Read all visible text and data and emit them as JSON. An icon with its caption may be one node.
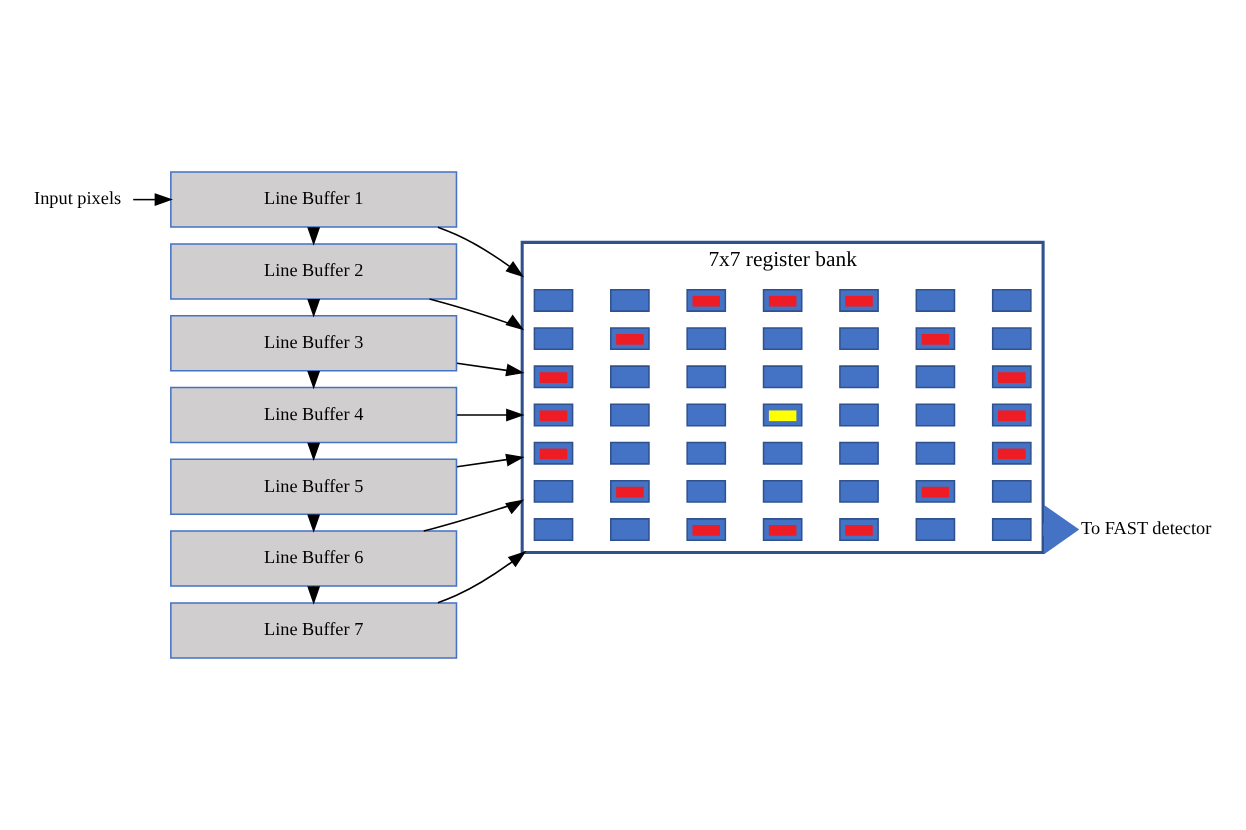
{
  "diagram": {
    "nodes": [
      {
        "text": [
          "Input pixels"
        ]
      },
      {
        "text": [
          "Line Buffer 1"
        ]
      },
      {
        "text": [
          "Line Buffer 2"
        ]
      },
      {
        "text": [
          "Line Buffer 3"
        ]
      },
      {
        "text": [
          "Line Buffer 4"
        ]
      },
      {
        "text": [
          "Line Buffer 5"
        ]
      },
      {
        "text": [
          "Line Buffer 6"
        ]
      },
      {
        "text": [
          "Line Buffer 7"
        ]
      },
      {
        "text": [
          "7x7 register bank"
        ]
      },
      {
        "text": [],
        "shape": "box",
        "in": 8
      },
      {
        "text": [],
        "shape": "box",
        "in": 8
      },
      {
        "text": [],
        "shape": "box",
        "in": 8
      },
      {
        "text": [],
        "shape": "box",
        "in": 8
      },
      {
        "text": [],
        "shape": "box",
        "in": 8
      },
      {
        "text": [],
        "shape": "box",
        "in": 8
      },
      {
        "text": [],
        "shape": "box",
        "in": 8
      },
      {
        "text": [],
        "shape": "box",
        "in": 8
      },
      {
        "text": [],
        "shape": "box",
        "in": 8
      },
      {
        "text": [],
        "shape": "box",
        "in": 8
      },
      {
        "text": [],
        "shape": "box",
        "in": 8
      },
      {
        "text": [],
        "shape": "box",
        "in": 8
      },
      {
        "text": [],
        "shape": "box",
        "in": 8
      },
      {
        "text": [],
        "shape": "box",
        "in": 8
      },
      {
        "text": [],
        "shape": "box",
        "in": 8
      },
      {
        "text": [],
        "shape": "box",
        "in": 8
      },
      {
        "text": [],
        "shape": "box",
        "in": 8
      },
      {
        "text": [],
        "shape": "box",
        "in": 8
      },
      {
        "text": [],
        "shape": "box",
        "in": 8
      },
      {
        "text": [],
        "shape": "box",
        "in": 8
      },
      {
        "text": [],
        "shape": "box",
        "in": 8
      },
      {
        "text": [],
        "shape": "box",
        "in": 8
      },
      {
        "text": [],
        "shape": "box",
        "in": 8
      },
      {
        "text": [],
        "shape": "box",
        "in": 8
      },
      {
        "text": [],
        "shape": "box",
        "in": 8
      },
      {
        "text": [],
        "shape": "box",
        "in": 8
      },
      {
        "text": [],
        "shape": "box",
        "in": 8
      },
      {
        "text": [],
        "shape": "box",
        "in": 8
      },
      {
        "text": [],
        "shape": "box",
        "in": 8
      },
      {
        "text": [],
        "shape": "box",
        "in": 8
      },
      {
        "text": [],
        "shape": "box",
        "in": 8
      },
      {
        "text": [],
        "shape": "box",
        "in": 8
      },
      {
        "text": [],
        "shape": "box",
        "in": 8
      },
      {
        "text": [],
        "shape": "box",
        "in": 8
      },
      {
        "text": [],
        "shape": "box",
        "in": 8
      },
      {
        "text": [],
        "shape": "box",
        "in": 8
      },
      {
        "text": [],
        "shape": "box",
        "in": 8
      },
      {
        "text": [],
        "shape": "box",
        "in": 8
      },
      {
        "text": [],
        "shape": "box",
        "in": 8
      },
      {
        "text": [],
        "shape": "box",
        "in": 8
      },
      {
        "text": [],
        "shape": "box",
        "in": 8
      },
      {
        "text": [],
        "shape": "box",
        "in": 8
      },
      {
        "text": [],
        "shape": "box",
        "in": 8
      },
      {
        "text": [],
        "shape": "box",
        "in": 8
      },
      {
        "text": [],
        "shape": "box",
        "in": 8
      },
      {
        "text": [],
        "shape": "box",
        "in": 8
      },
      {
        "text": [],
        "shape": "box",
        "in": 8
      },
      {
        "text": [],
        "shape": "box",
        "in": 8
      },
      {
        "text": [],
        "shape": "box",
        "in": 8
      },
      {
        "text": [
          "To FAST detector"
        ]
      }
    ],
    "edges": [
      {
        "from": 0,
        "to": 1,
        "arrow": "to"
      },
      {
        "from": 1,
        "to": 8,
        "arrow": "to"
      },
      {
        "from": 1,
        "to": 2,
        "arrow": "to"
      },
      {
        "from": 2,
        "to": 8,
        "arrow": "to"
      },
      {
        "from": 2,
        "to": 3,
        "arrow": "to"
      },
      {
        "from": 3,
        "to": 8,
        "arrow": "to"
      },
      {
        "from": 3,
        "to": 4,
        "arrow": "to"
      },
      {
        "from": 4,
        "to": 8,
        "arrow": "to"
      },
      {
        "from": 4,
        "to": 5,
        "arrow": "to"
      },
      {
        "from": 5,
        "to": 8,
        "arrow": "to"
      },
      {
        "from": 5,
        "to": 6,
        "arrow": "to"
      },
      {
        "from": 6,
        "to": 8,
        "arrow": "to"
      },
      {
        "from": 6,
        "to": 7,
        "arrow": "to"
      },
      {
        "from": 7,
        "to": 8,
        "arrow": "to"
      },
      {
        "from": 8,
        "to": 58,
        "arrow": "to",
        "style": "thick",
        "color": "#4472c4"
      }
    ]
  }
}
